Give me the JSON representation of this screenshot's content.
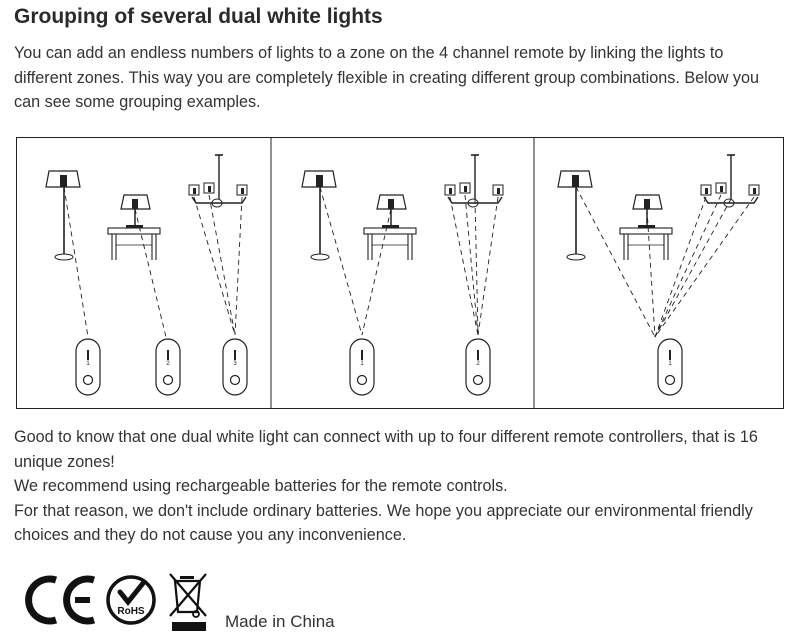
{
  "heading": "Grouping of several dual white lights",
  "intro": "You can add an endless numbers of lights to a zone on the 4 channel remote by linking the lights to different zones. This way you are completely flexible in creating different group combinations. Below you can see some grouping examples.",
  "diagram": {
    "panels": [
      {
        "remote_labels": [
          "1",
          "2",
          "3"
        ]
      },
      {
        "remote_labels": [
          "1",
          "2"
        ]
      },
      {
        "remote_labels": [
          "1"
        ]
      }
    ]
  },
  "notes": [
    "Good to know that one dual white light can connect with up to four different remote controllers, that is 16 unique zones!",
    "We recommend using rechargeable batteries for the remote controls.",
    "For that reason, we don't include ordinary batteries. We hope you appreciate our environmental friendly choices and they do not cause you any inconvenience."
  ],
  "certifications": {
    "rohs": "RoHS",
    "made_in": "Made in China",
    "icons": [
      "ce-mark-icon",
      "rohs-check-icon",
      "crossed-bin-icon"
    ]
  }
}
